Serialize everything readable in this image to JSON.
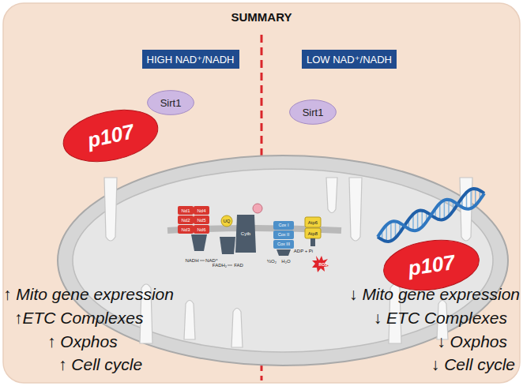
{
  "diagram": {
    "title": "SUMMARY",
    "nodes": [
      {
        "text": [
          "HIGH NAD⁺/NADH"
        ]
      },
      {
        "text": [
          "LOW NAD⁺/NADH"
        ]
      },
      {
        "text": [
          "Sirt1"
        ]
      },
      {
        "text": [
          "p107"
        ]
      },
      {
        "text": [
          "Sirt1"
        ]
      },
      {
        "text": [
          "p107"
        ]
      }
    ],
    "labels": [
      "Nd1",
      "Nd2",
      "Nd3",
      "Nd4",
      "Nd5",
      "Nd6",
      "UQ",
      "Cytb",
      "Cox I",
      "Cox II",
      "Cox III",
      "Atp6",
      "Atp8",
      "NADH",
      "NAD⁺",
      "FADH₂",
      "FAD",
      "½O₂",
      "H₂O",
      "ADP + Pi",
      "ROS",
      "↑ Mito gene expression",
      "↑ETC Complexes",
      "↑ Oxphos",
      "↑ Cell cycle",
      "↓ Mito gene expression",
      "↓ ETC Complexes",
      "↓ Oxphos",
      "↓ Cell cycle"
    ]
  }
}
